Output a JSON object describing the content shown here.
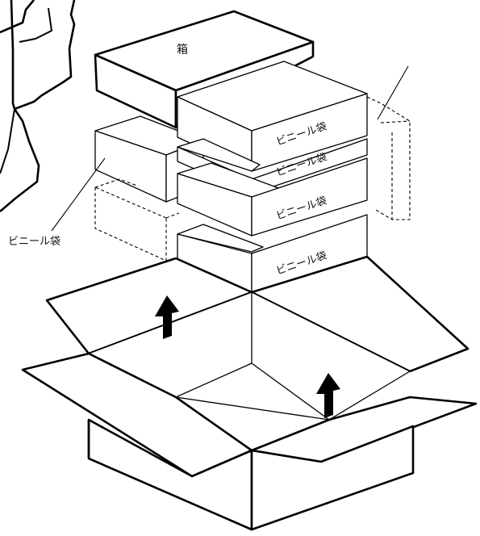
{
  "labels": {
    "top_box": "箱",
    "bag": "ビニール袋",
    "left_bag": "ビニール袋"
  },
  "colors": {
    "line": "#000000",
    "fill": "#ffffff",
    "arrow": "#000000"
  }
}
